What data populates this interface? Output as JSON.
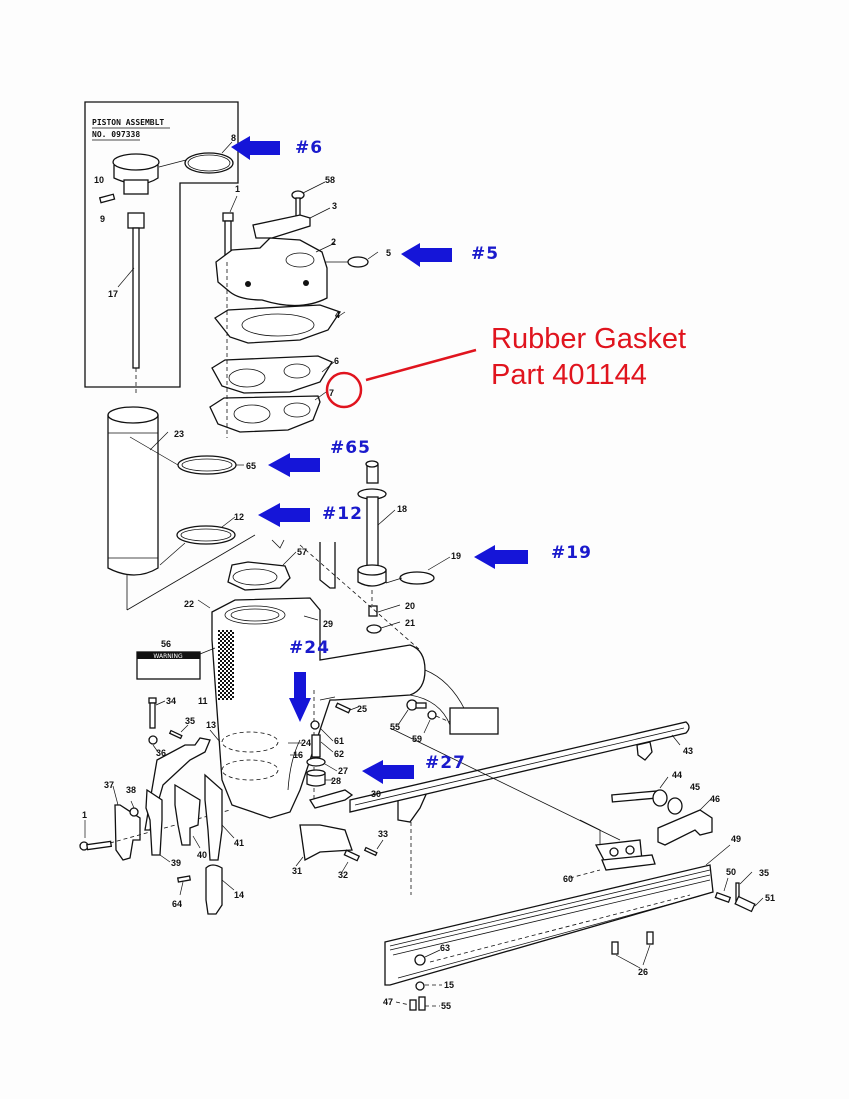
{
  "assembly_box": {
    "title": "PISTON ASSEMBLT",
    "number": "NO. 097338"
  },
  "annotation": {
    "line1": "Rubber Gasket",
    "line2": "Part 401144",
    "target_part": "7",
    "color": "#e0141e"
  },
  "callouts": [
    {
      "id": "c6",
      "label": "#6"
    },
    {
      "id": "c5",
      "label": "#5"
    },
    {
      "id": "c65",
      "label": "#65"
    },
    {
      "id": "c12",
      "label": "#12"
    },
    {
      "id": "c19",
      "label": "#19"
    },
    {
      "id": "c24",
      "label": "#24"
    },
    {
      "id": "c27",
      "label": "#27"
    }
  ],
  "callout_color": "#1515d8",
  "warning_label": "WARNING",
  "part_numbers": {
    "p8": "8",
    "p10": "10",
    "p9": "9",
    "p17": "17",
    "p1a": "1",
    "p58": "58",
    "p3": "3",
    "p2": "2",
    "p5": "5",
    "p4": "4",
    "p6": "6",
    "p7": "7",
    "p23": "23",
    "p65": "65",
    "p12": "12",
    "p57": "57",
    "p18": "18",
    "p19": "19",
    "p20": "20",
    "p21": "21",
    "p22": "22",
    "p29": "29",
    "p56": "56",
    "p11": "11",
    "p34": "34",
    "p35a": "35",
    "p36": "36",
    "p13": "13",
    "p24": "24",
    "p16": "16",
    "p25": "25",
    "p61": "61",
    "p62": "62",
    "p27": "27",
    "p28": "28",
    "p55a": "55",
    "p59": "59",
    "p37": "37",
    "p38": "38",
    "p1b": "1",
    "p39": "39",
    "p40": "40",
    "p41": "41",
    "p14": "14",
    "p64": "64",
    "p31": "31",
    "p32": "32",
    "p33": "33",
    "p30": "30",
    "p43": "43",
    "p44": "44",
    "p45": "45",
    "p46": "46",
    "p60": "60",
    "p49": "49",
    "p50": "50",
    "p35b": "35",
    "p51": "51",
    "p63": "63",
    "p15": "15",
    "p47": "47",
    "p55b": "55",
    "p26": "26"
  }
}
